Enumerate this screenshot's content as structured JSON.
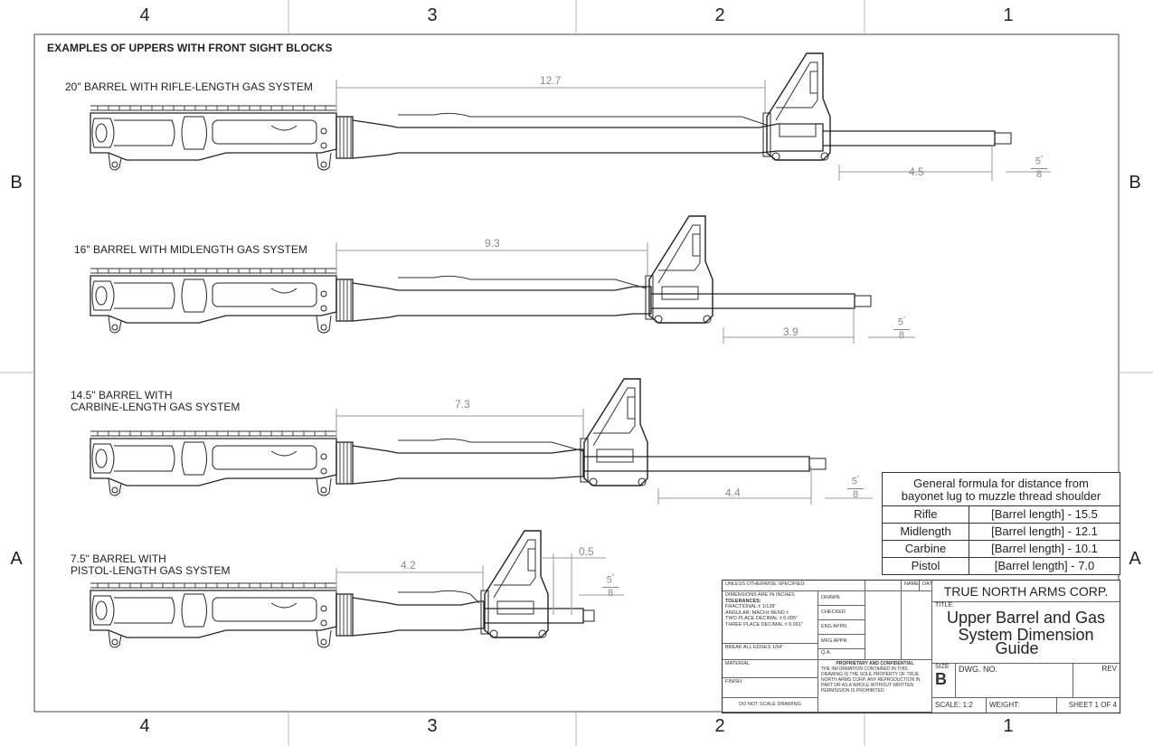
{
  "sheet": {
    "heading": "EXAMPLES OF UPPERS WITH FRONT SIGHT BLOCKS",
    "zones_top": [
      "4",
      "3",
      "2",
      "1"
    ],
    "zones_bottom": [
      "4",
      "3",
      "2",
      "1"
    ],
    "zones_left": [
      "B",
      "A"
    ],
    "zones_right": [
      "B",
      "A"
    ]
  },
  "uppers": [
    {
      "label": "20\" BARREL WITH RIFLE-LENGTH GAS SYSTEM",
      "gas_dim": "12.7",
      "muzzle_dim": "4.5",
      "thread_num": "5",
      "thread_den": "8",
      "thread_unit": "\""
    },
    {
      "label": "16\" BARREL WITH MIDLENGTH GAS SYSTEM",
      "gas_dim": "9.3",
      "muzzle_dim": "3.9",
      "thread_num": "5",
      "thread_den": "8",
      "thread_unit": "\""
    },
    {
      "label_line1": "14.5\" BARREL WITH",
      "label_line2": "CARBINE-LENGTH GAS SYSTEM",
      "gas_dim": "7.3",
      "muzzle_dim": "4.4",
      "thread_num": "5",
      "thread_den": "8",
      "thread_unit": "\""
    },
    {
      "label_line1": "7.5\" BARREL WITH",
      "label_line2": "PISTOL-LENGTH GAS SYSTEM",
      "gas_dim": "4.2",
      "muzzle_dim": "0.5",
      "thread_num": "5",
      "thread_den": "8",
      "thread_unit": "\""
    }
  ],
  "formula_table": {
    "header_line1": "General formula for distance from",
    "header_line2": "bayonet lug to muzzle thread shoulder",
    "rows": [
      {
        "system": "Rifle",
        "formula": "[Barrel length] - 15.5"
      },
      {
        "system": "Midlength",
        "formula": "[Barrel length] - 12.1"
      },
      {
        "system": "Carbine",
        "formula": "[Barrel length] - 10.1"
      },
      {
        "system": "Pistol",
        "formula": "[Barrel length] - 7.0"
      }
    ]
  },
  "title_block": {
    "unless": "UNLESS OTHERWISE SPECIFIED:",
    "col_name": "NAME",
    "col_date": "DATE",
    "dims": "DIMENSIONS ARE IN INCHES",
    "tol": "TOLERANCES:",
    "fractional": "FRACTIONAL ± 1/128\"",
    "angular": "ANGULAR: MACH±    BEND ±",
    "two_place": "TWO PLACE DECIMAL    ± 0.005\"",
    "three_place": "THREE PLACE DECIMAL  ± 0.001\"",
    "break_edges": "BREAK ALL EDGES 1/64\"",
    "material": "MATERIAL",
    "finish": "FINISH",
    "do_not_scale": "DO NOT SCALE DRAWING",
    "roles": [
      "DRAWN",
      "CHECKED",
      "ENG APPR.",
      "MFG APPR.",
      "Q.A."
    ],
    "proprietary_title": "PROPRIETARY AND CONFIDENTIAL",
    "proprietary_text": "THE INFORMATION CONTAINED IN THIS DRAWING IS THE SOLE PROPERTY OF TRUE NORTH ARMS CORP.  ANY REPRODUCTION IN PART OR AS A WHOLE WITHOUT WRITTEN PERMISSION IS PROHIBITED.",
    "company": "TRUE NORTH ARMS CORP.",
    "title_label": "TITLE:",
    "title_line1": "Upper Barrel and Gas",
    "title_line2": "System Dimension",
    "title_line3": "Guide",
    "size_label": "SIZE",
    "size": "B",
    "dwg_no": "DWG.  NO.",
    "rev": "REV",
    "scale": "SCALE: 1:2",
    "weight": "WEIGHT:",
    "sheet": "SHEET 1 OF 4"
  }
}
